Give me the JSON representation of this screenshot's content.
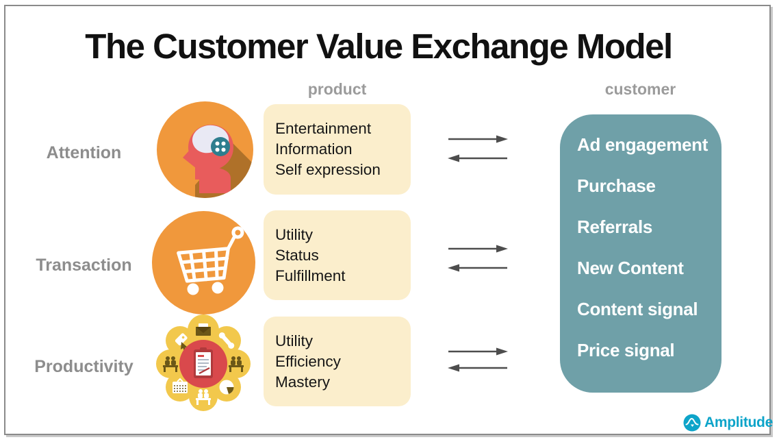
{
  "title": "The Customer Value Exchange Model",
  "columns": {
    "product": "product",
    "customer": "customer"
  },
  "rows": [
    {
      "label": "Attention",
      "icon": "head-brain-icon",
      "items": [
        "Entertainment",
        "Information",
        "Self expression"
      ]
    },
    {
      "label": "Transaction",
      "icon": "shopping-cart-icon",
      "items": [
        "Utility",
        "Status",
        "Fulfillment"
      ]
    },
    {
      "label": "Productivity",
      "icon": "productivity-cluster-icon",
      "items": [
        "Utility",
        "Efficiency",
        "Mastery"
      ]
    }
  ],
  "customer_items": [
    "Ad engagement",
    "Purchase",
    "Referrals",
    "New Content",
    "Content signal",
    "Price signal"
  ],
  "logo": {
    "name": "Amplitude"
  },
  "colors": {
    "title_color": "#111111",
    "header_gray": "#9b9b9b",
    "label_gray": "#8d8d8d",
    "cream": "#FBEECC",
    "teal": "#6FA0A8",
    "orange": "#F0983C",
    "yellow": "#F2C84C",
    "red": "#D9494C",
    "head_red": "#E85C5C",
    "arrow_gray": "#4d4d4d",
    "logo_blue": "#0DA4C9"
  }
}
